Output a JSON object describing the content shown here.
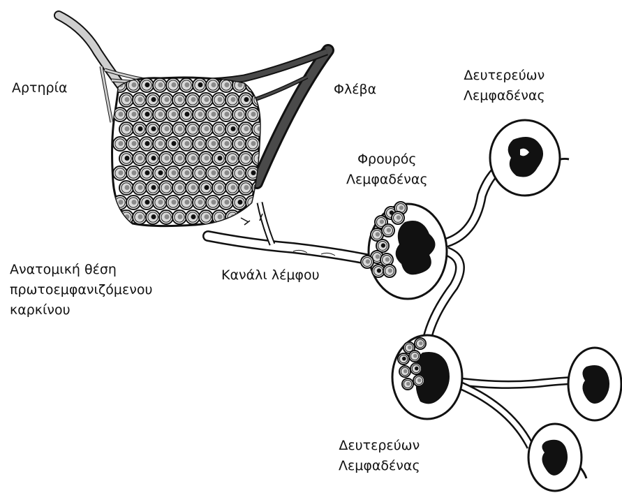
{
  "labels": {
    "artery": "Αρτηρία",
    "vein": "Φλέβα",
    "secondary_top": [
      "Δευτερεύων",
      "Λεμφαδένας"
    ],
    "sentinel": [
      "Φρουρός",
      "Λεμφαδένας"
    ],
    "primary_site": [
      "Ανατομική θέση",
      "πρωτοεμφανιζόμενου",
      "καρκίνου"
    ],
    "lymph_channel": "Κανάλι λέμφου",
    "secondary_bottom": [
      "Δευτερεύων",
      "Λεμφαδένας"
    ]
  },
  "colors": {
    "outline": "#111111",
    "vein_fill": "#4a4a4a",
    "artery_fill": "#cfcfcf",
    "cell_fill": "#d9d9d9",
    "nucleus_fill": "#8a8a8a",
    "node_fill": "#ffffff",
    "node_core": "#111111"
  }
}
